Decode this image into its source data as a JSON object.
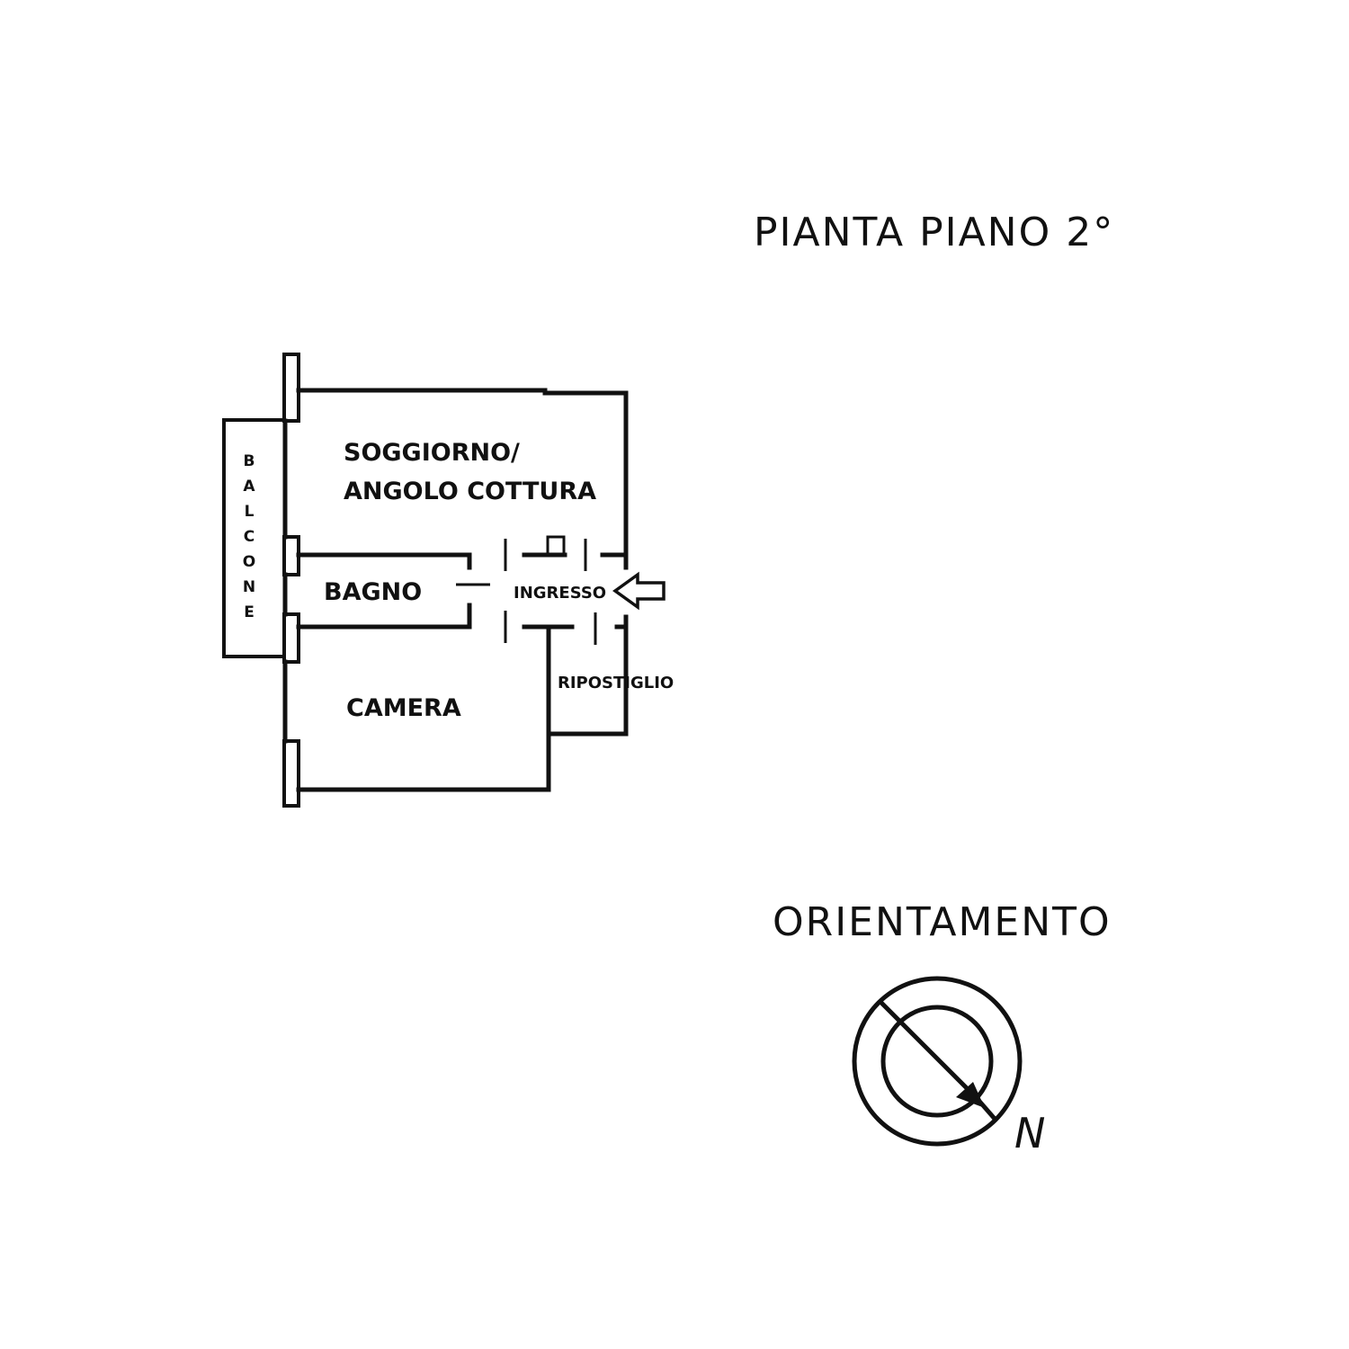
{
  "plan": {
    "title": "PIANTA PIANO 2°",
    "rooms": {
      "soggiorno_line1": "SOGGIORNO/",
      "soggiorno_line2": "ANGOLO COTTURA",
      "bagno": "BAGNO",
      "ingresso": "INGRESSO",
      "ripostiglio": "RIPOSTIGLIO",
      "camera": "CAMERA"
    },
    "balcone_letters": [
      "B",
      "A",
      "L",
      "C",
      "O",
      "N",
      "E"
    ]
  },
  "orientation": {
    "title": "ORIENTAMENTO",
    "north_label": "N"
  }
}
